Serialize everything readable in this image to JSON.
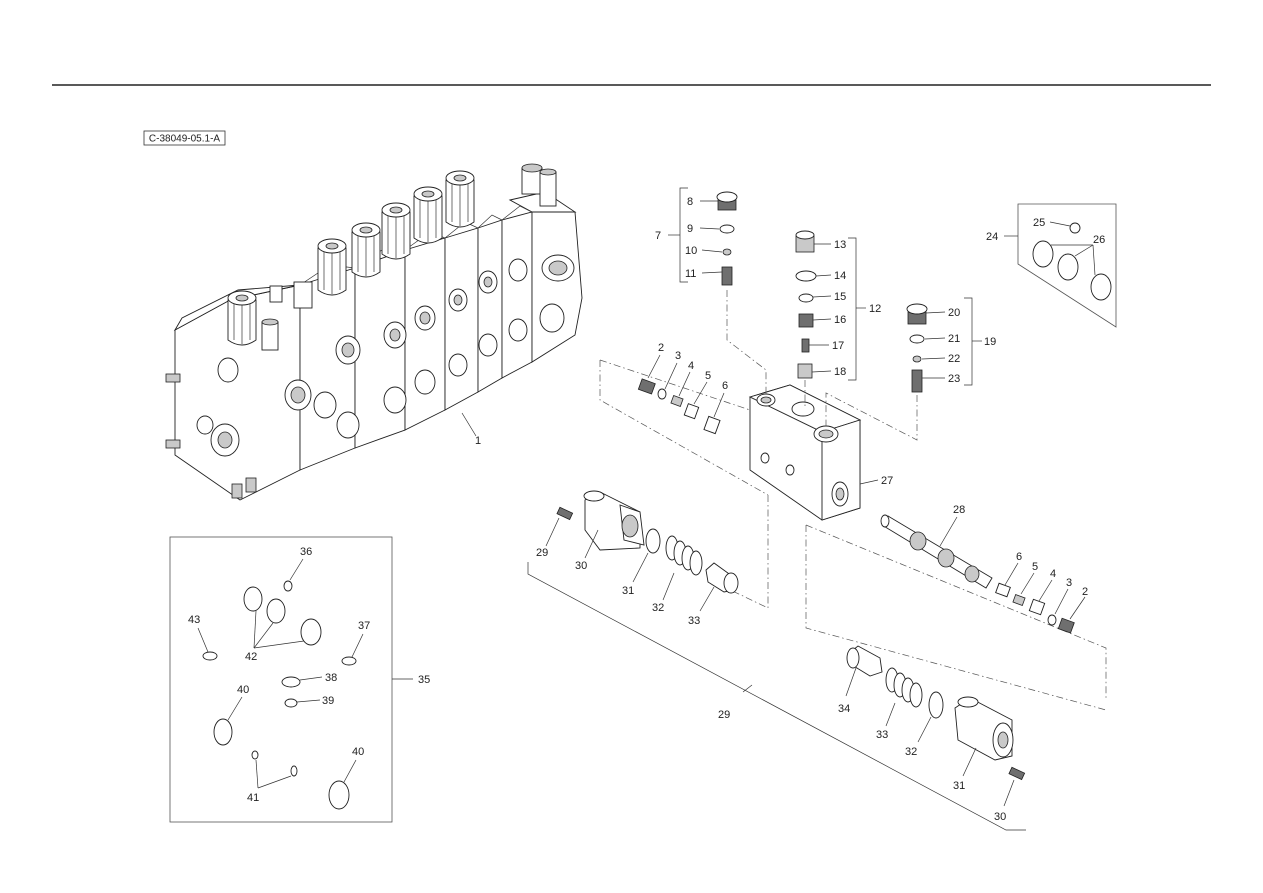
{
  "figure": {
    "reference": "C-38049-05.1-A"
  },
  "callouts": [
    {
      "id": "c1",
      "text": "1"
    },
    {
      "id": "c2a",
      "text": "2"
    },
    {
      "id": "c3a",
      "text": "3"
    },
    {
      "id": "c4a",
      "text": "4"
    },
    {
      "id": "c5a",
      "text": "5"
    },
    {
      "id": "c6a",
      "text": "6"
    },
    {
      "id": "c7",
      "text": "7"
    },
    {
      "id": "c8",
      "text": "8"
    },
    {
      "id": "c9",
      "text": "9"
    },
    {
      "id": "c10",
      "text": "10"
    },
    {
      "id": "c11",
      "text": "11"
    },
    {
      "id": "c12",
      "text": "12"
    },
    {
      "id": "c13",
      "text": "13"
    },
    {
      "id": "c14",
      "text": "14"
    },
    {
      "id": "c15",
      "text": "15"
    },
    {
      "id": "c16",
      "text": "16"
    },
    {
      "id": "c17",
      "text": "17"
    },
    {
      "id": "c18",
      "text": "18"
    },
    {
      "id": "c19",
      "text": "19"
    },
    {
      "id": "c20",
      "text": "20"
    },
    {
      "id": "c21",
      "text": "21"
    },
    {
      "id": "c22",
      "text": "22"
    },
    {
      "id": "c23",
      "text": "23"
    },
    {
      "id": "c24",
      "text": "24"
    },
    {
      "id": "c25",
      "text": "25"
    },
    {
      "id": "c26",
      "text": "26"
    },
    {
      "id": "c27",
      "text": "27"
    },
    {
      "id": "c28",
      "text": "28"
    },
    {
      "id": "c29",
      "text": "29"
    },
    {
      "id": "c30a",
      "text": "30"
    },
    {
      "id": "c31a",
      "text": "31"
    },
    {
      "id": "c32a",
      "text": "32"
    },
    {
      "id": "c33a",
      "text": "33"
    },
    {
      "id": "c34a",
      "text": "34"
    },
    {
      "id": "c6b",
      "text": "6"
    },
    {
      "id": "c5b",
      "text": "5"
    },
    {
      "id": "c4b",
      "text": "4"
    },
    {
      "id": "c3b",
      "text": "3"
    },
    {
      "id": "c2b",
      "text": "2"
    },
    {
      "id": "c34b",
      "text": "34"
    },
    {
      "id": "c33b",
      "text": "33"
    },
    {
      "id": "c32b",
      "text": "32"
    },
    {
      "id": "c31b",
      "text": "31"
    },
    {
      "id": "c30b",
      "text": "30"
    },
    {
      "id": "c35",
      "text": "35"
    },
    {
      "id": "c36",
      "text": "36"
    },
    {
      "id": "c37",
      "text": "37"
    },
    {
      "id": "c38",
      "text": "38"
    },
    {
      "id": "c39",
      "text": "39"
    },
    {
      "id": "c40a",
      "text": "40"
    },
    {
      "id": "c40b",
      "text": "40"
    },
    {
      "id": "c41",
      "text": "41"
    },
    {
      "id": "c42",
      "text": "42"
    },
    {
      "id": "c43",
      "text": "43"
    }
  ]
}
